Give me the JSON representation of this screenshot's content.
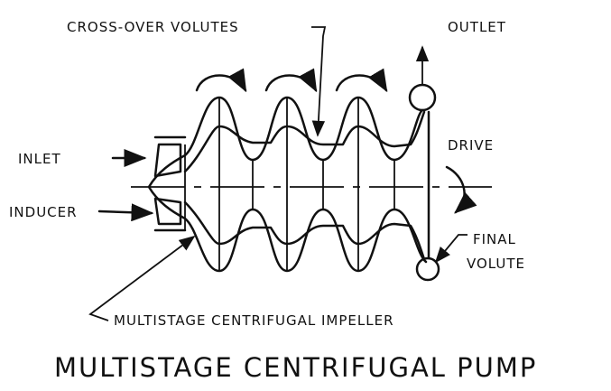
{
  "labels": {
    "crossover_volutes": "CROSS-OVER VOLUTES",
    "outlet": "OUTLET",
    "inlet": "INLET",
    "drive": "DRIVE",
    "inducer": "INDUCER",
    "final": "FINAL",
    "volute": "VOLUTE",
    "impeller": "MULTISTAGE CENTRIFUGAL IMPELLER"
  },
  "title": "MULTISTAGE CENTRIFUGAL PUMP"
}
